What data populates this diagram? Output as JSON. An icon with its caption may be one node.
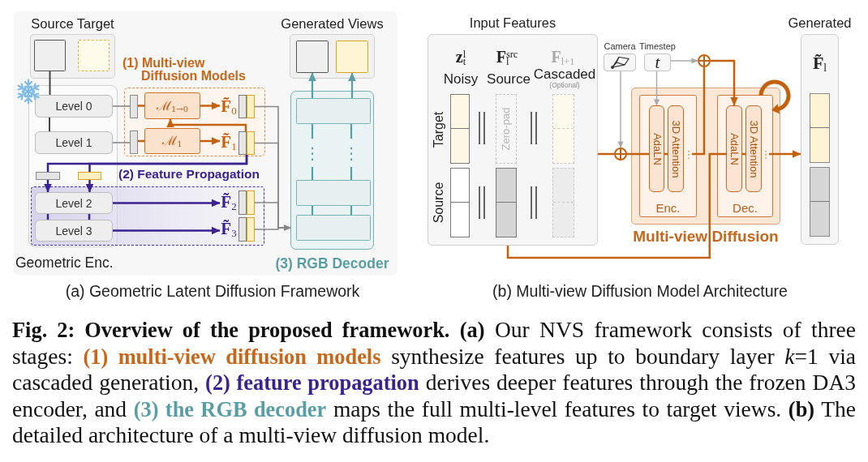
{
  "diagram": {
    "nodes": [
      {
        "text": [
          "Source Target"
        ]
      },
      {
        "text": [],
        "shape": "box",
        "in": 0
      },
      {
        "text": [],
        "shape": "box",
        "in": 0
      },
      {
        "text": [
          "Geometric Enc."
        ]
      },
      {
        "text": [
          "Level 0"
        ],
        "in": 3
      },
      {
        "text": [
          "Level 1"
        ],
        "in": 3
      },
      {
        "text": [],
        "shape": "bar",
        "in": 3
      },
      {
        "text": [],
        "shape": "bar",
        "in": 3
      },
      {
        "text": [
          "(1) Multi-view Diffusion Models"
        ]
      },
      {
        "text": [],
        "shape": "bar",
        "in": 8
      },
      {
        "text": [
          "ℳ$_{1→0}$"
        ],
        "in": 8
      },
      {
        "text": [
          "**F̃**$_{0}$"
        ],
        "in": 8
      },
      {
        "text": [],
        "shape": "bar",
        "in": 8
      },
      {
        "text": [],
        "shape": "bar",
        "in": 8
      },
      {
        "text": [
          "ℳ$_{1}$"
        ],
        "in": 8
      },
      {
        "text": [
          "**F̃**$_{1}$"
        ],
        "in": 8
      },
      {
        "text": [],
        "shape": "bar",
        "in": 8
      },
      {
        "text": [
          "(2) Feature Propagation"
        ]
      },
      {
        "text": [
          "Level 2"
        ]
      },
      {
        "text": [
          "Level 3"
        ]
      },
      {
        "text": [
          "**F̃**$_{2}$"
        ],
        "in": 17
      },
      {
        "text": [],
        "shape": "bar",
        "in": 17
      },
      {
        "text": [
          "**F̃**$_{3}$"
        ],
        "in": 17
      },
      {
        "text": [],
        "shape": "bar",
        "in": 17
      },
      {
        "text": [
          "Generated Views"
        ]
      },
      {
        "text": [],
        "shape": "box",
        "in": 24
      },
      {
        "text": [],
        "shape": "box",
        "in": 24
      },
      {
        "text": [
          "(3) RGB Decoder"
        ]
      },
      {
        "text": [],
        "shape": "box",
        "in": 27
      },
      {
        "text": [],
        "shape": "box",
        "in": 27
      },
      {
        "text": [],
        "shape": "box",
        "in": 27
      },
      {
        "text": [
          "Input Features"
        ]
      },
      {
        "text": [],
        "shape": "bar",
        "in": 31,
        "beside": [
          "**z**$^{l}$$_{t}$",
          "Noisy"
        ]
      },
      {
        "text": [],
        "shape": "bar",
        "in": 31
      },
      {
        "text": [
          "Zero-pad"
        ],
        "in": 31,
        "beside": [
          "**F**$^{src}$$_{l}$",
          "Source"
        ]
      },
      {
        "text": [],
        "shape": "bar",
        "in": 31
      },
      {
        "text": [],
        "shape": "bar",
        "in": 31,
        "beside": [
          "**F**$_{l+1}$",
          "Cascaded",
          "(Optional)"
        ]
      },
      {
        "text": [],
        "shape": "bar",
        "in": 31
      },
      {
        "text": [
          "Camera"
        ]
      },
      {
        "text": [
          "Timestep",
          "t"
        ]
      },
      {
        "text": [],
        "shape": "circle"
      },
      {
        "text": [],
        "shape": "circle"
      },
      {
        "text": [
          "Multi-view Diffusion"
        ]
      },
      {
        "text": [
          "Enc."
        ],
        "in": 42
      },
      {
        "text": [
          "AdaLN"
        ],
        "in": 43
      },
      {
        "text": [
          "3D Attention"
        ],
        "in": 43
      },
      {
        "text": [
          "Dec."
        ],
        "in": 42
      },
      {
        "text": [
          "AdaLN"
        ],
        "in": 46
      },
      {
        "text": [
          "3D Attention"
        ],
        "in": 46
      },
      {
        "text": [
          "Generated",
          "**F̃**$_{l}$"
        ]
      },
      {
        "text": [],
        "shape": "bar",
        "in": 49
      },
      {
        "text": [],
        "shape": "bar",
        "in": 49
      },
      {
        "text": [
          "⋮"
        ],
        "in": 27
      },
      {
        "text": [
          "⋮"
        ],
        "in": 27
      },
      {
        "text": [
          "⋮"
        ],
        "in": 43
      },
      {
        "text": [
          "⋮"
        ],
        "in": 46
      }
    ],
    "edges": [
      {
        "from": 1,
        "to": 4,
        "arrow": "none",
        "color": "#444444"
      },
      {
        "from": 4,
        "to": 5,
        "arrow": "none",
        "color": "#444444"
      },
      {
        "from": 4,
        "to": 9,
        "arrow": "none",
        "color": "#888888"
      },
      {
        "from": 9,
        "to": 10,
        "arrow": "none"
      },
      {
        "from": 10,
        "to": 11,
        "arrow": "to"
      },
      {
        "from": 5,
        "to": 13,
        "arrow": "none",
        "color": "#888888"
      },
      {
        "from": 13,
        "to": 14,
        "arrow": "none"
      },
      {
        "from": 14,
        "to": 15,
        "arrow": "to"
      },
      {
        "from": 16,
        "to": 10,
        "arrow": "to"
      },
      {
        "from": 16,
        "to": 6,
        "arrow": "none",
        "color": "#3a2391"
      },
      {
        "from": 16,
        "to": 7,
        "arrow": "none",
        "color": "#3a2391"
      },
      {
        "from": 6,
        "to": 18,
        "arrow": "to",
        "color": "#3a2391"
      },
      {
        "from": 7,
        "to": 18,
        "arrow": "to",
        "color": "#3a2391"
      },
      {
        "from": 18,
        "to": 19,
        "arrow": "none",
        "color": "#3a2391"
      },
      {
        "from": 18,
        "to": 19,
        "arrow": "none",
        "color": "#3a2391"
      },
      {
        "from": 18,
        "to": 20,
        "arrow": "to",
        "color": "#3a2391"
      },
      {
        "from": 19,
        "to": 22,
        "arrow": "to",
        "color": "#3a2391"
      },
      {
        "from": 12,
        "to": 27,
        "arrow": "to",
        "color": "#888888"
      },
      {
        "from": 16,
        "to": 27,
        "arrow": "to",
        "color": "#888888"
      },
      {
        "from": 21,
        "to": 27,
        "arrow": "to",
        "color": "#888888"
      },
      {
        "from": 23,
        "to": 27,
        "arrow": "to",
        "color": "#888888"
      },
      {
        "from": 28,
        "to": 25,
        "arrow": "to",
        "color": "#5a9ea5"
      },
      {
        "from": 28,
        "to": 26,
        "arrow": "to",
        "color": "#5a9ea5"
      },
      {
        "from": 28,
        "to": 52,
        "arrow": "none",
        "color": "#5a9ea5"
      },
      {
        "from": 28,
        "to": 53,
        "arrow": "none",
        "color": "#5a9ea5"
      },
      {
        "from": 29,
        "to": 30,
        "arrow": "none",
        "color": "#5a9ea5"
      },
      {
        "from": 29,
        "to": 30,
        "arrow": "none",
        "color": "#5a9ea5"
      },
      {
        "from": 31,
        "to": 40,
        "arrow": "none"
      },
      {
        "from": 38,
        "to": 40,
        "arrow": "to",
        "color": "#a8a8a8"
      },
      {
        "from": 40,
        "to": 44,
        "arrow": "none"
      },
      {
        "from": 54,
        "to": 41,
        "arrow": "none"
      },
      {
        "from": 39,
        "to": 41,
        "arrow": "to",
        "color": "#a8a8a8"
      },
      {
        "from": 39,
        "to": 44,
        "arrow": "to",
        "color": "#a8a8a8"
      },
      {
        "from": 41,
        "to": 47,
        "arrow": "to"
      },
      {
        "from": 31,
        "to": 47,
        "arrow": "none"
      },
      {
        "from": 55,
        "to": 49,
        "arrow": "to"
      },
      {
        "from": 44,
        "to": 45,
        "arrow": "none"
      },
      {
        "from": 47,
        "to": 48,
        "arrow": "none"
      },
      {
        "from": 52,
        "to": 29,
        "arrow": "none",
        "color": "#5a9ea5"
      },
      {
        "from": 53,
        "to": 29,
        "arrow": "none",
        "color": "#5a9ea5"
      }
    ],
    "labels": [
      "Target",
      "Source",
      "(a) Geometric Latent Diffusion Framework",
      "(b) Multi-view Diffusion Model Architecture"
    ],
    "caption": "**Fig. 2: Overview of the proposed framework.** **(a)** Our NVS framework consists of three stages: **(1) multi-view diffusion models** synthesize features up to boundary layer *k*=1 via cascaded generation, **(2) feature propagation** derives deeper features through the frozen DA3 encoder, and **(3) the RGB decoder** maps the full multi-level features to target views. **(b)** The detailed architecture of a multi-view diffusion model."
  }
}
